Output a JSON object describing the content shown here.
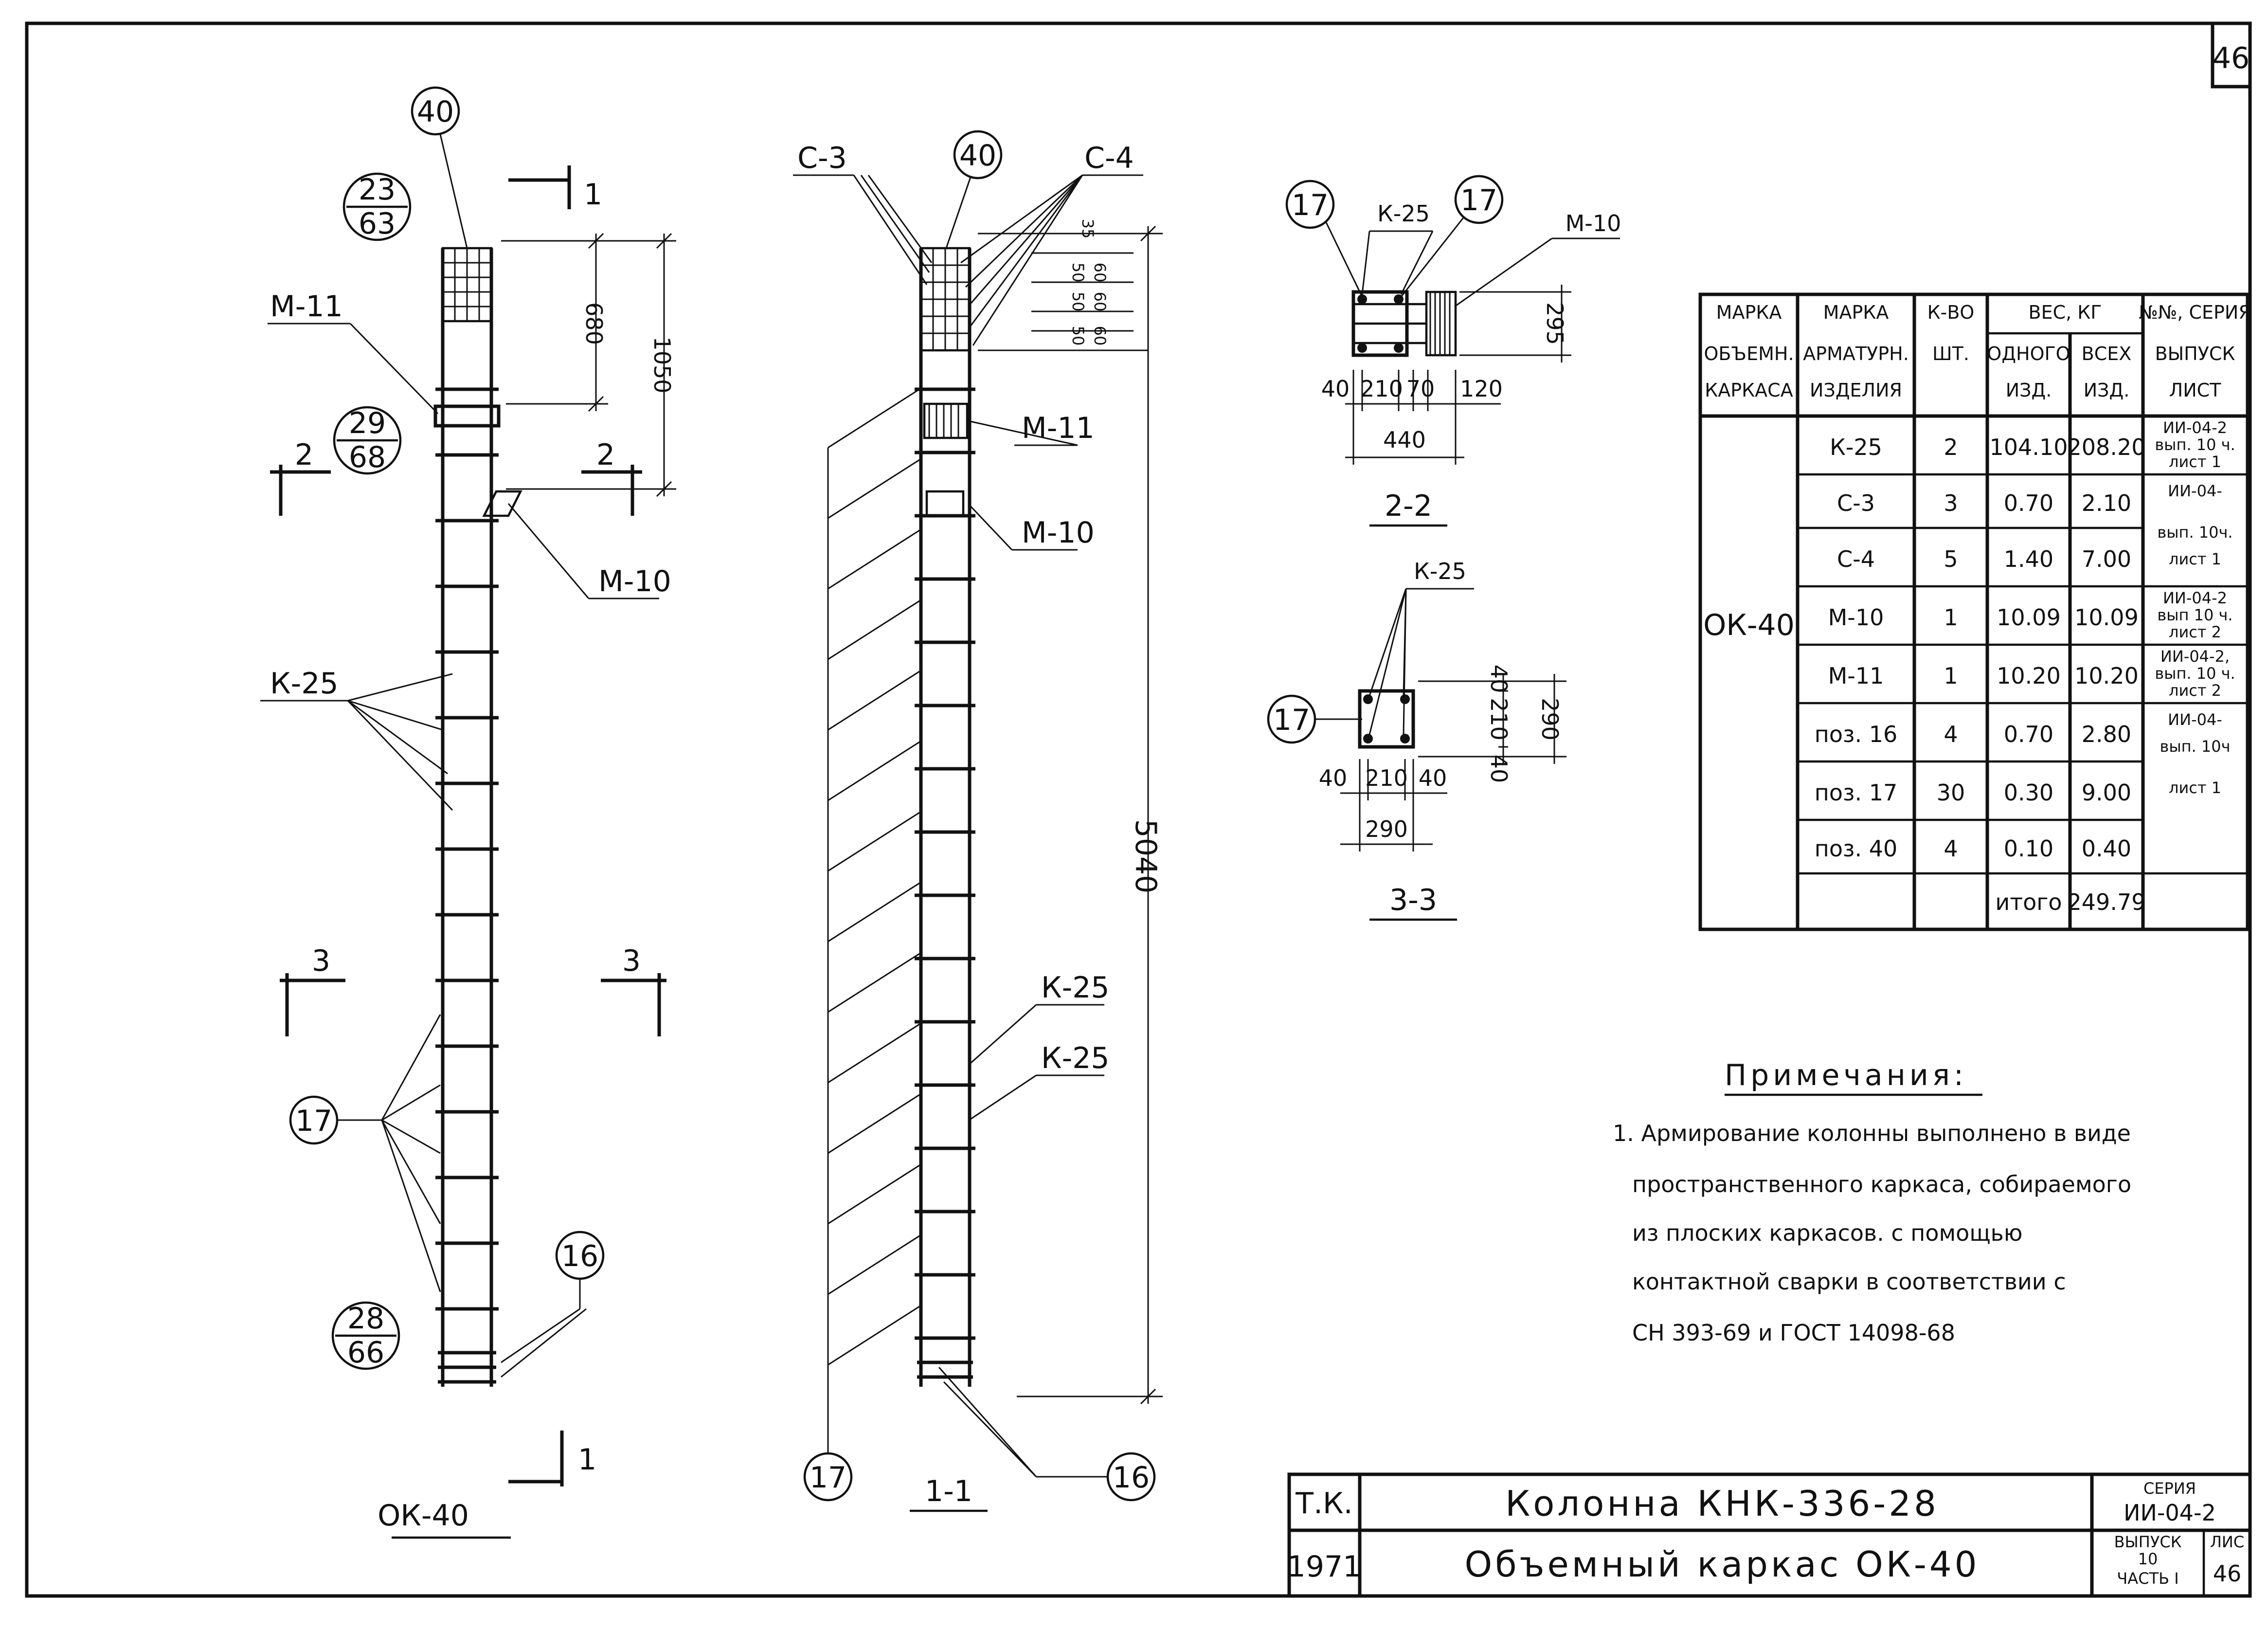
{
  "sheet_number": "46",
  "views": {
    "elevation": {
      "title": "ОК-40",
      "cut_top": "1",
      "cut_bottom": "1",
      "section_2": "2",
      "section_3": "3",
      "dim_680": "680",
      "dim_1050": "1050",
      "marks": {
        "m11": "М-11",
        "m10": "М-10",
        "k25": "К-25"
      },
      "callouts": {
        "pos40": "40",
        "pos17": "17",
        "pos16": "16"
      },
      "refs": [
        {
          "num": "23",
          "den": "63"
        },
        {
          "num": "29",
          "den": "68"
        },
        {
          "num": "28",
          "den": "66"
        }
      ]
    },
    "section_1_1": {
      "title": "1-1",
      "marks": {
        "c3": "С-3",
        "c4": "С-4",
        "m11": "М-11",
        "m10": "М-10",
        "k25_a": "К-25",
        "k25_b": "К-25"
      },
      "callouts": {
        "pos40": "40",
        "pos17": "17",
        "pos16": "16"
      },
      "dim_5040": "5040",
      "dim_35": "35",
      "dim_50": "50",
      "dim_60": "60"
    },
    "section_2_2": {
      "title": "2-2",
      "mark_k25": "К-25",
      "mark_m10": "М-10",
      "callout_17a": "17",
      "callout_17b": "17",
      "dims": {
        "d40": "40",
        "d210": "210",
        "d70": "70",
        "d120": "120",
        "d440": "440",
        "d295": "295"
      }
    },
    "section_3_3": {
      "title": "3-3",
      "mark_k25": "К-25",
      "callout_17": "17",
      "dims": {
        "d40": "40",
        "d210": "210",
        "d290": "290"
      }
    }
  },
  "spec_table": {
    "headers": {
      "col1": [
        "МАРКА",
        "ОБЪЕМН.",
        "КАРКАСА"
      ],
      "col2": [
        "МАРКА",
        "АРМАТУРН.",
        "ИЗДЕЛИЯ"
      ],
      "col3": [
        "К-ВО",
        "ШТ."
      ],
      "weight": "ВЕС, КГ",
      "col4": [
        "ОДНОГО",
        "ИЗД."
      ],
      "col5": [
        "ВСЕХ",
        "ИЗД."
      ],
      "col6": [
        "№№, СЕРИЯ",
        "ВЫПУСК",
        "ЛИСТ"
      ]
    },
    "frame_mark": "ОК-40",
    "rows": [
      {
        "item": "К-25",
        "qty": "2",
        "one": "104.10",
        "all": "208.20",
        "ref": [
          "ИИ-04-2",
          "вып. 10 ч.",
          "лист 1"
        ]
      },
      {
        "item": "С-3",
        "qty": "3",
        "one": "0.70",
        "all": "2.10",
        "ref": [
          "ИИ-04-",
          "вып. 10ч.",
          "лист 1"
        ]
      },
      {
        "item": "С-4",
        "qty": "5",
        "one": "1.40",
        "all": "7.00",
        "ref": []
      },
      {
        "item": "М-10",
        "qty": "1",
        "one": "10.09",
        "all": "10.09",
        "ref": [
          "ИИ-04-2",
          "вып 10 ч.",
          "лист 2"
        ]
      },
      {
        "item": "М-11",
        "qty": "1",
        "one": "10.20",
        "all": "10.20",
        "ref": [
          "ИИ-04-2,",
          "вып. 10 ч.",
          "лист 2"
        ]
      },
      {
        "item": "поз. 16",
        "qty": "4",
        "one": "0.70",
        "all": "2.80",
        "ref": [
          "ИИ-04-",
          "вып. 10ч",
          "лист 1"
        ]
      },
      {
        "item": "поз. 17",
        "qty": "30",
        "one": "0.30",
        "all": "9.00",
        "ref": []
      },
      {
        "item": "поз. 40",
        "qty": "4",
        "one": "0.10",
        "all": "0.40",
        "ref": []
      }
    ],
    "total_label": "итого",
    "total_value": "249.79"
  },
  "notes": {
    "heading": "Примечания:",
    "lines": [
      "1. Армирование колонны выполнено в виде",
      "пространственного каркаса, собираемого",
      "из плоских каркасов. с помощью",
      "контактной сварки в соответствии с",
      "СН 393-69 и ГОСТ 14098-68"
    ]
  },
  "title_block": {
    "org": "Т.К.",
    "year": "1971",
    "title_1": "Колонна КНК-336-28",
    "title_2": "Объемный каркас ОК-40",
    "series_label": "СЕРИЯ",
    "series_value": "ИИ-04-2",
    "issue_label": "ВЫПУСК",
    "issue_num": "10",
    "part": "ЧАСТЬ I",
    "sheet_label": "ЛИС",
    "sheet_value": "46"
  }
}
